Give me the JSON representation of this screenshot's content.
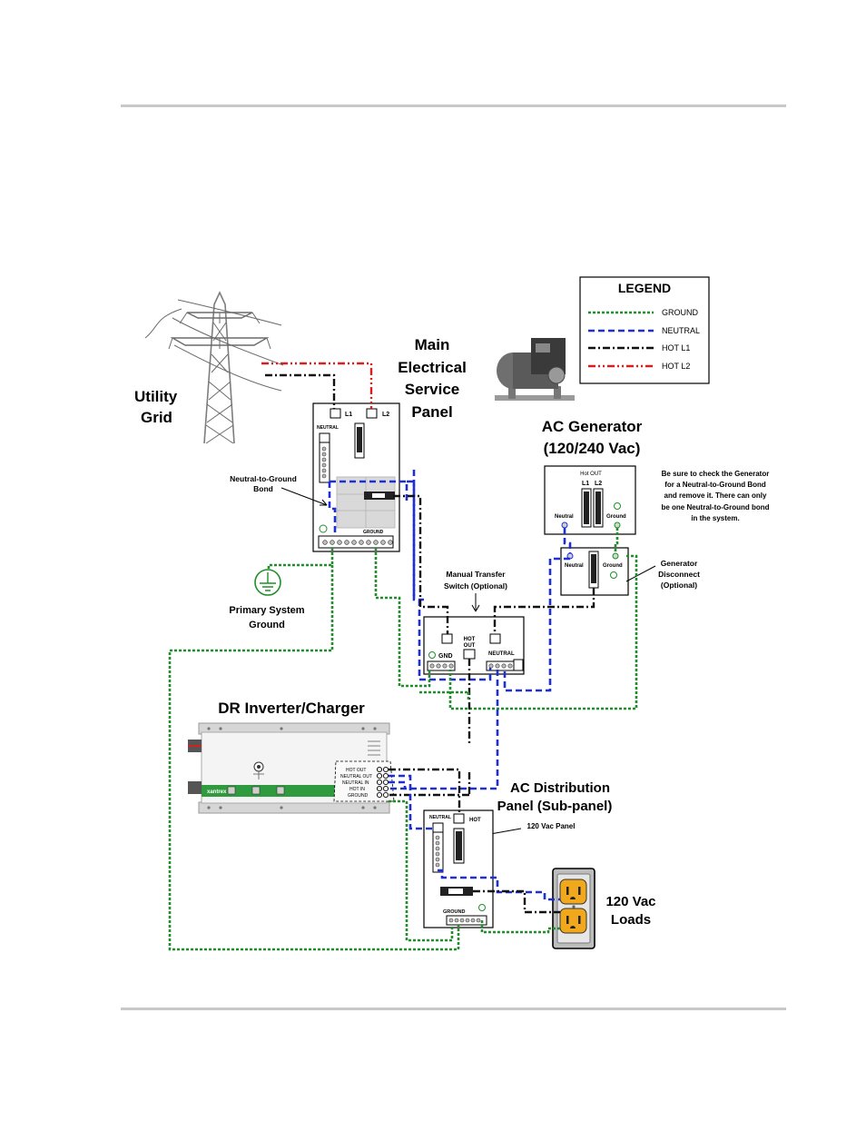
{
  "legend": {
    "title": "LEGEND",
    "items": [
      {
        "label": "GROUND",
        "color": "#1e8f2a"
      },
      {
        "label": "NEUTRAL",
        "color": "#1f2fd6"
      },
      {
        "label": "HOT L1",
        "color": "#111111"
      },
      {
        "label": "HOT L2",
        "color": "#d61f1f"
      }
    ]
  },
  "utility": {
    "title_line1": "Utility",
    "title_line2": "Grid"
  },
  "main_panel": {
    "title_line1": "Main",
    "title_line2": "Electrical",
    "title_line3": "Service",
    "title_line4": "Panel",
    "l1": "L1",
    "l2": "L2",
    "neutral": "NEUTRAL",
    "ground": "GROUND",
    "bond_line1": "Neutral-to-Ground",
    "bond_line2": "Bond"
  },
  "primary_ground": {
    "line1": "Primary System",
    "line2": "Ground"
  },
  "generator": {
    "title_line1": "AC Generator",
    "title_line2": "(120/240 Vac)",
    "hot_out": "Hot OUT",
    "l1": "L1",
    "l2": "L2",
    "neutral": "Neutral",
    "ground": "Ground",
    "note_line1": "Be sure to check the Generator",
    "note_line2": "for a Neutral-to-Ground Bond",
    "note_line3": "and remove it.  There can only",
    "note_line4": "be one Neutral-to-Ground bond",
    "note_line5": "in the system."
  },
  "gen_disconnect": {
    "neutral": "Neutral",
    "ground": "Ground",
    "label_line1": "Generator",
    "label_line2": "Disconnect",
    "label_line3": "(Optional)"
  },
  "transfer_switch": {
    "label_line1": "Manual Transfer",
    "label_line2": "Switch (Optional)",
    "gnd": "GND",
    "hot_line1": "HOT",
    "hot_line2": "OUT",
    "neutral": "NEUTRAL"
  },
  "inverter": {
    "title": "DR Inverter/Charger",
    "brand": "xantrex",
    "hot_out": "HOT OUT",
    "neutral_out": "NEUTRAL OUT",
    "neutral_in": "NEUTRAL IN",
    "hot_in": "HOT IN",
    "ground": "GROUND"
  },
  "distribution": {
    "title_line1": "AC Distribution",
    "title_line2": "Panel (Sub-panel)",
    "sub_label": "120 Vac Panel",
    "neutral": "NEUTRAL",
    "hot": "HOT",
    "ground": "GROUND"
  },
  "loads": {
    "line1": "120 Vac",
    "line2": "Loads"
  }
}
